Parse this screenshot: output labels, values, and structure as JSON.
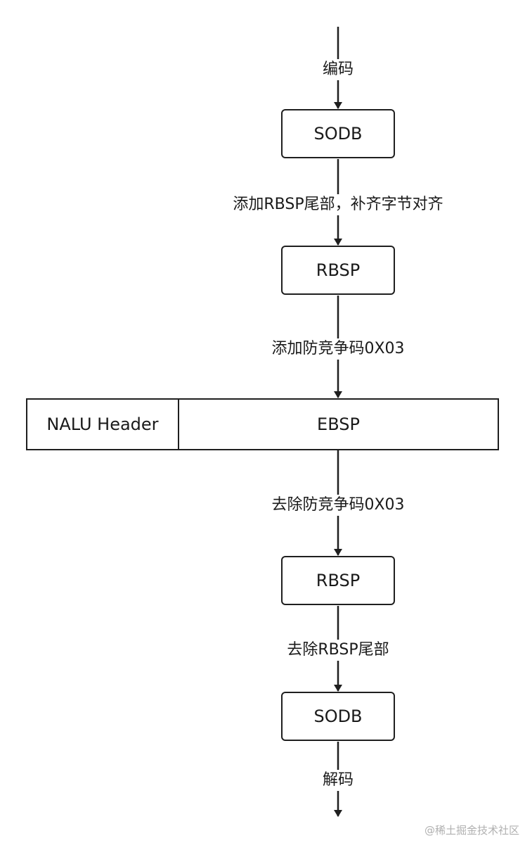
{
  "nodes": {
    "sodb_top": "SODB",
    "rbsp_top": "RBSP",
    "nalu_header": "NALU Header",
    "ebsp": "EBSP",
    "rbsp_bottom": "RBSP",
    "sodb_bottom": "SODB"
  },
  "edges": {
    "encode": "编码",
    "add_trailing": "添加RBSP尾部，补齐字节对齐",
    "add_emulation": "添加防竞争码0X03",
    "remove_emulation": "去除防竞争码0X03",
    "remove_trailing": "去除RBSP尾部",
    "decode": "解码"
  },
  "watermark": "@稀土掘金技术社区",
  "colors": {
    "stroke": "#1f1f1f",
    "background": "#ffffff",
    "watermark": "#b0b0b0"
  }
}
